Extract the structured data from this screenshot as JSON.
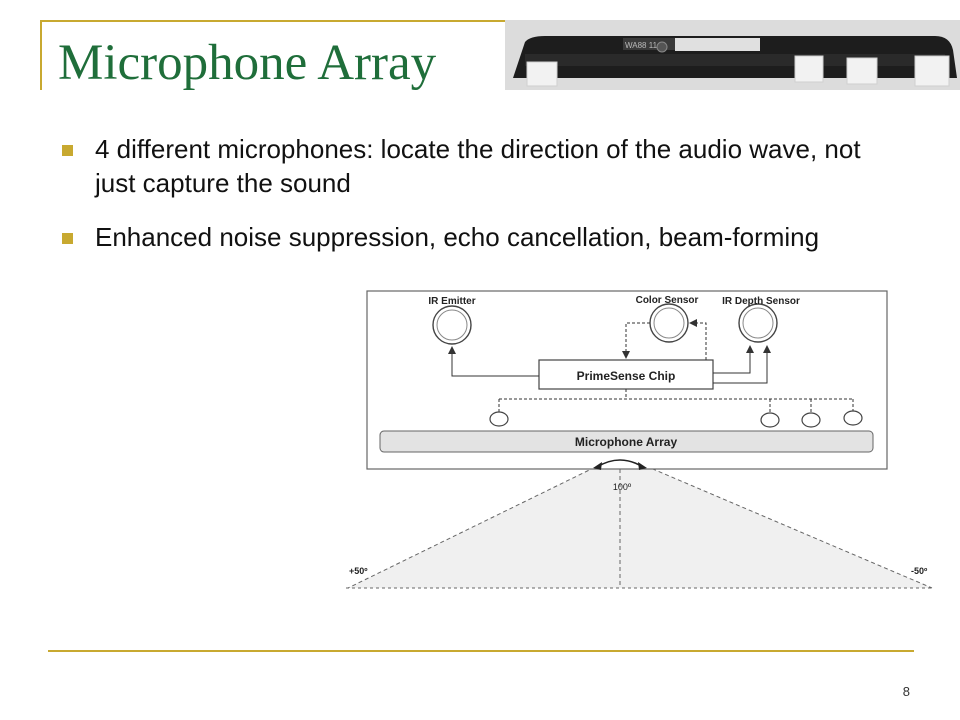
{
  "slide": {
    "title": "Microphone Array",
    "bullets": [
      "4 different microphones: locate the direction of the audio wave, not just capture the sound",
      "Enhanced noise suppression, echo cancellation, beam-forming"
    ],
    "page_number": "8"
  },
  "photo": {
    "label_text": "WA88 11"
  },
  "diagram": {
    "ir_emitter": "IR Emitter",
    "color_sensor": "Color Sensor",
    "ir_depth_sensor": "IR Depth Sensor",
    "chip": "PrimeSense Chip",
    "mic_array": "Microphone Array",
    "angle": "100º",
    "left_angle": "+50º",
    "right_angle": "-50º"
  },
  "colors": {
    "title": "#1f6e3a",
    "accent": "#c8a930"
  }
}
